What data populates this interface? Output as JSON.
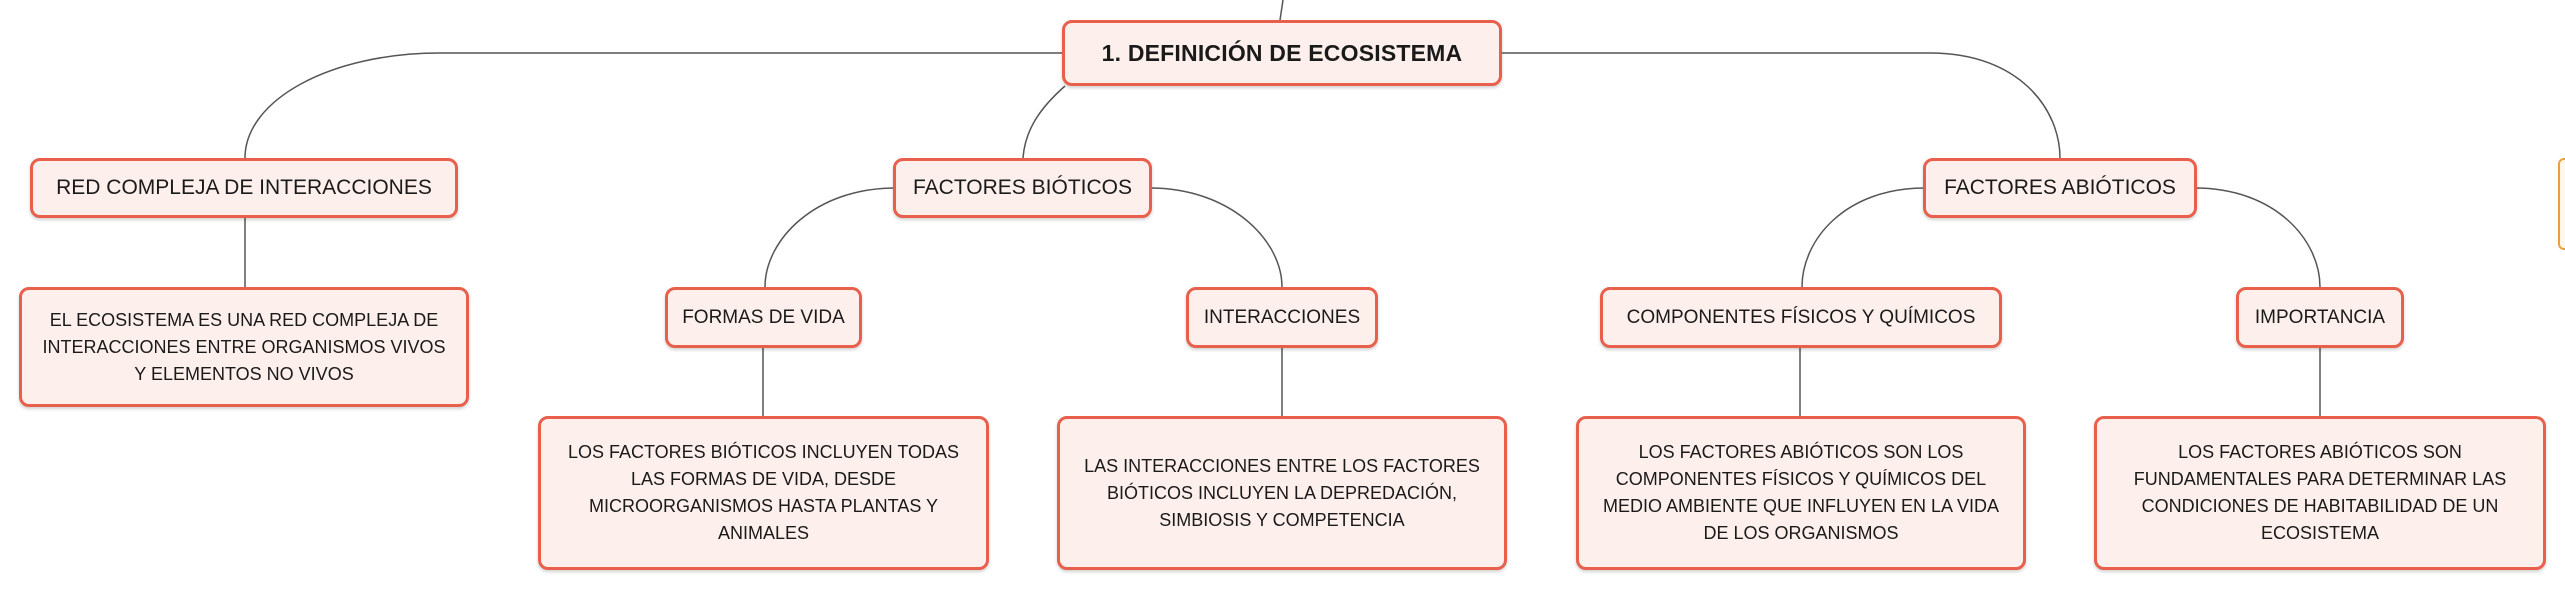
{
  "map": {
    "root": {
      "label": "1. DEFINICIÓN DE ECOSISTEMA"
    },
    "red": {
      "label": "RED COMPLEJA DE INTERACCIONES",
      "detail": "EL ECOSISTEMA ES UNA RED COMPLEJA DE INTERACCIONES ENTRE ORGANISMOS VIVOS Y ELEMENTOS NO VIVOS"
    },
    "bioticos": {
      "label": "FACTORES BIÓTICOS",
      "formas": {
        "label": "FORMAS DE VIDA",
        "detail": "LOS FACTORES BIÓTICOS INCLUYEN TODAS LAS FORMAS DE VIDA, DESDE MICROORGANISMOS HASTA PLANTAS Y ANIMALES"
      },
      "interacciones": {
        "label": "INTERACCIONES",
        "detail": "LAS INTERACCIONES ENTRE LOS FACTORES BIÓTICOS INCLUYEN LA DEPREDACIÓN, SIMBIOSIS Y COMPETENCIA"
      }
    },
    "abioticos": {
      "label": "FACTORES ABIÓTICOS",
      "componentes": {
        "label": "COMPONENTES FÍSICOS Y QUÍMICOS",
        "detail": "LOS FACTORES ABIÓTICOS SON LOS COMPONENTES FÍSICOS Y QUÍMICOS DEL MEDIO AMBIENTE QUE INFLUYEN EN LA VIDA DE LOS ORGANISMOS"
      },
      "importancia": {
        "label": "IMPORTANCIA",
        "detail": "LOS FACTORES ABIÓTICOS SON FUNDAMENTALES PARA DETERMINAR LAS CONDICIONES DE HABITABILIDAD DE UN ECOSISTEMA"
      }
    }
  },
  "colors": {
    "node_border": "#e8604c",
    "node_fill": "#fdefeb",
    "connector": "#555555"
  }
}
